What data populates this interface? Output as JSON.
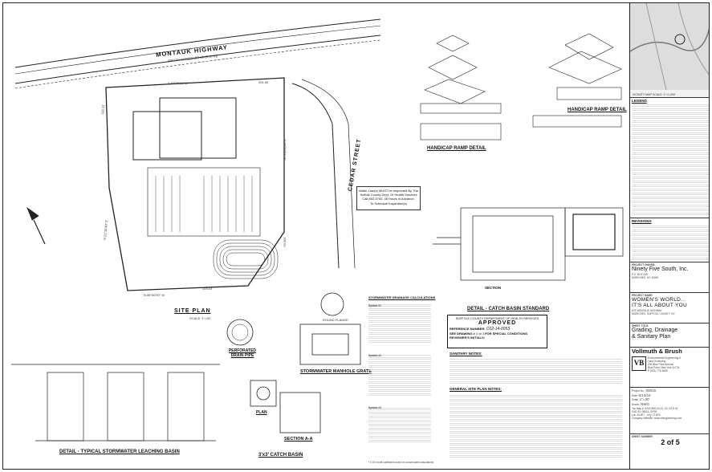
{
  "site": {
    "road_name": "MONTAUK HIGHWAY",
    "road_sub": "(WIDTH VARIES)   (CR 80-(R.O.W))",
    "street_name": "CEDAR STREET",
    "bearing_north": "S 63°20'00\" E",
    "bearing_south": "N 68°50'00\" W",
    "bearing_west": "N 21°16'40\" E",
    "bearing_east": "N 05°50'53\" W",
    "dist_north": "251.50",
    "dist_south": "223.14",
    "dist_west": "322.37",
    "dist_east": "200.00",
    "title": "SITE PLAN",
    "scale": "SCALE: 1\"=30'"
  },
  "water_note": [
    "Water Line(s) MUST be Inspected By The",
    "Suffolk County Dept. Of Health Services",
    "Call 853-3700, 48 Hours in Advance,",
    "To Schedule Inspection(s)"
  ],
  "details": {
    "handicap_ramp_1": "HANDICAP RAMP DETAIL",
    "handicap_ramp_2": "HANDICAP RAMP DETAIL",
    "catch_basin_standard": "DETAIL - CATCH BASIN STANDARD",
    "leaching_basin": "DETAIL - TYPICAL STORMWATER LEACHING BASIN",
    "perforated_pipe": "PERFORATED DRAIN PIPE",
    "manhole_grate": "STORMWATER MANHOLE GRATE",
    "plan": "PLAN",
    "section_aa": "SECTION A-A",
    "catch_basin_3x3": "3'x3' CATCH BASIN",
    "round_flange": "ROUND FLANGE",
    "section": "SECTION"
  },
  "approval": {
    "dept": "SUFFOLK COUNTY DEPARTMENT OF HEALTH SERVICES",
    "status": "APPROVED",
    "ref_label": "REFERENCE NUMBER:",
    "ref_value": "C02-14-0053",
    "drawing_label": "SEE DRAWING #",
    "drawing_value": "1 of 3",
    "special": "FOR SPECIAL CONDITIONS",
    "reviewer_label": "REVIEWER'S INITIALS:"
  },
  "notes": {
    "drainage_title": "STORMWATER DRAINAGE CALCULATIONS",
    "sanitary_title": "SANITARY NOTES:",
    "general_title": "GENERAL SITE PLAN NOTES:",
    "system_1": "System #1",
    "system_2": "System #2",
    "system_3": "System #3",
    "footnote": "* 0.15 runoff coefficient used for conservative calculations"
  },
  "title_block": {
    "vicinity": "VICINITY MAP  SCALE: 1\"=1,000'",
    "legend": "LEGEND",
    "revisions": "REVISIONS",
    "owner_label": "PROJECT OWNER:",
    "owner_name": "Ninety Five South, Inc.",
    "owner_addr1": "P.O. BOX 548",
    "owner_addr2": "MORICHES, NY  11955",
    "project_label": "PROJECT NAME:",
    "project_name_1": "WOMEN'S WORLD...",
    "project_name_2": "IT'S ALL ABOUT YOU",
    "project_addr": "675 MONTAUK HIGHWAY",
    "project_town": "MORICHES, SUFFOLK COUNTY, NY",
    "sheet_label": "SHEET TITLE:",
    "sheet_title_1": "Grading, Drainage",
    "sheet_title_2": "& Sanitary Plan",
    "firm_name": "Vollmuth & Brush",
    "firm_sub_1": "Environmental Engineering &",
    "firm_sub_2": "Land Surveying",
    "firm_addr_1": "200 Blue Point Avenue",
    "firm_addr_2": "Blue Point, New York 11715",
    "firm_phone": "P (631) 775-1866",
    "project_no_label": "Project No.",
    "project_no": "08015",
    "date_label": "Date",
    "date": "6/14/15",
    "scale_label": "Scale",
    "scale": "1\"=30'",
    "drawn_label": "Drawn",
    "drawn": "NWG",
    "tax_label": "Tax Map #:",
    "tax": "0200-608-00-01, 02, 03 & 03",
    "cad_label": "CAD ID:",
    "cad": "08015_SP08",
    "lot_area_label": "Lot:",
    "lot_area": "40,807",
    "lng_label": "Lng:",
    "lng": "72.824",
    "website_label": "Company Website:",
    "website": "www.vbengineering.com",
    "sheet_no_label": "SHEET NUMBER:",
    "sheet_no": "2 of 5"
  },
  "colors": {
    "line": "#222222",
    "paper": "#ffffff",
    "gray": "#888888"
  }
}
